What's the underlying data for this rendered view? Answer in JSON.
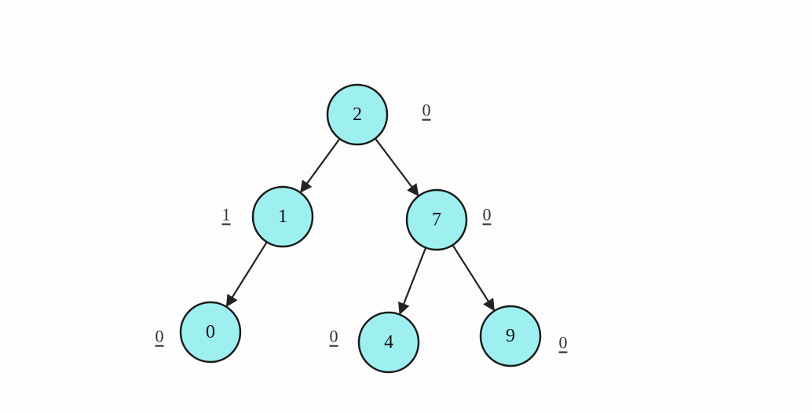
{
  "nodes": [
    {
      "id": "n2",
      "value": "2",
      "balance": "0"
    },
    {
      "id": "n1",
      "value": "1",
      "balance": "1"
    },
    {
      "id": "n7",
      "value": "7",
      "balance": "0"
    },
    {
      "id": "n0",
      "value": "0",
      "balance": "0"
    },
    {
      "id": "n4",
      "value": "4",
      "balance": "0"
    },
    {
      "id": "n9",
      "value": "9",
      "balance": "0"
    }
  ],
  "edges": [
    [
      "n2",
      "n1"
    ],
    [
      "n2",
      "n7"
    ],
    [
      "n1",
      "n0"
    ],
    [
      "n7",
      "n4"
    ],
    [
      "n7",
      "n9"
    ]
  ]
}
